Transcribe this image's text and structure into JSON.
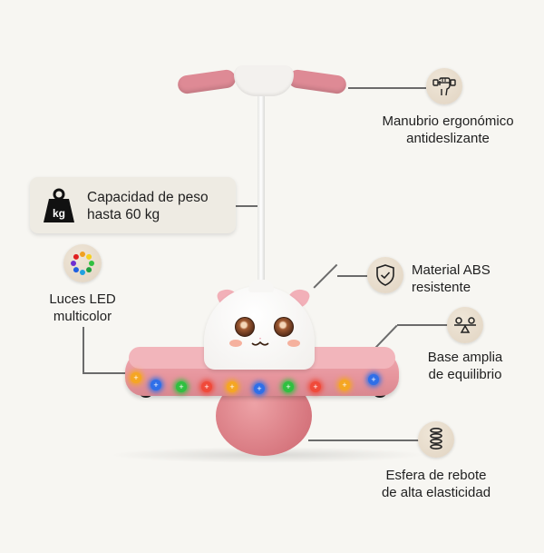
{
  "features": {
    "handlebar": {
      "icon": "fist-grip-icon",
      "label_line1": "Manubrio ergonómico",
      "label_line2": "antideslizante"
    },
    "weight": {
      "icon": "kg-weight-icon",
      "icon_text": "kg",
      "label_line1": "Capacidad de peso",
      "label_line2": "hasta 60 kg"
    },
    "led": {
      "icon": "led-ring-icon",
      "label_line1": "Luces LED",
      "label_line2": "multicolor",
      "colors": [
        "#f0a020",
        "#f5d020",
        "#30c040",
        "#20a040",
        "#20a0e0",
        "#2060e0",
        "#7030d0",
        "#e02020"
      ]
    },
    "material": {
      "icon": "shield-check-icon",
      "label_line1": "Material ABS",
      "label_line2": "resistente"
    },
    "base": {
      "icon": "balance-seesaw-icon",
      "label_line1": "Base amplia",
      "label_line2": "de equilibrio"
    },
    "ball": {
      "icon": "spring-coil-icon",
      "label_line1": "Esfera de rebote",
      "label_line2": "de alta elasticidad"
    }
  },
  "product": {
    "led_colors": [
      "#f5a623",
      "#2f6fe8",
      "#30c040",
      "#f04a3a",
      "#f5a623",
      "#2f6fe8",
      "#30c040",
      "#f04a3a",
      "#f5a623",
      "#2f6fe8"
    ],
    "accent_pink": "#e6949c",
    "icon_bg": "#e6dccd"
  }
}
